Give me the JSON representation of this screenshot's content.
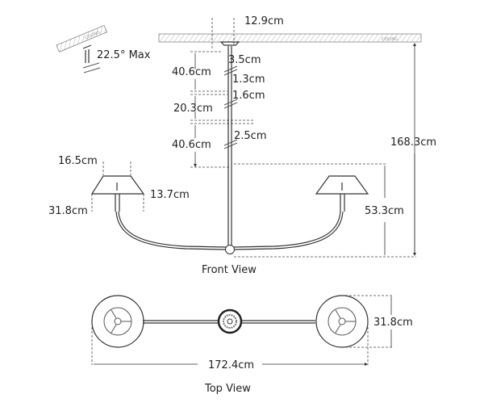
{
  "ceiling_label": "CEILING",
  "inset": {
    "angle_label": "22.5° Max"
  },
  "front_view": {
    "title": "Front View",
    "dimensions": {
      "canopy_width": "12.9cm",
      "canopy_height": "3.5cm",
      "stem_1": "40.6cm",
      "stem_diameter": "1.3cm",
      "coupling": "1.6cm",
      "stem_2": "20.3cm",
      "coupling_2": "2.5cm",
      "stem_3": "40.6cm",
      "overall_height": "168.3cm",
      "shade_top": "16.5cm",
      "shade_height": "13.7cm",
      "shade_bottom": "31.8cm",
      "fixture_height": "53.3cm"
    }
  },
  "top_view": {
    "title": "Top View",
    "dimensions": {
      "shade_diameter": "31.8cm",
      "overall_width": "172.4cm"
    }
  }
}
